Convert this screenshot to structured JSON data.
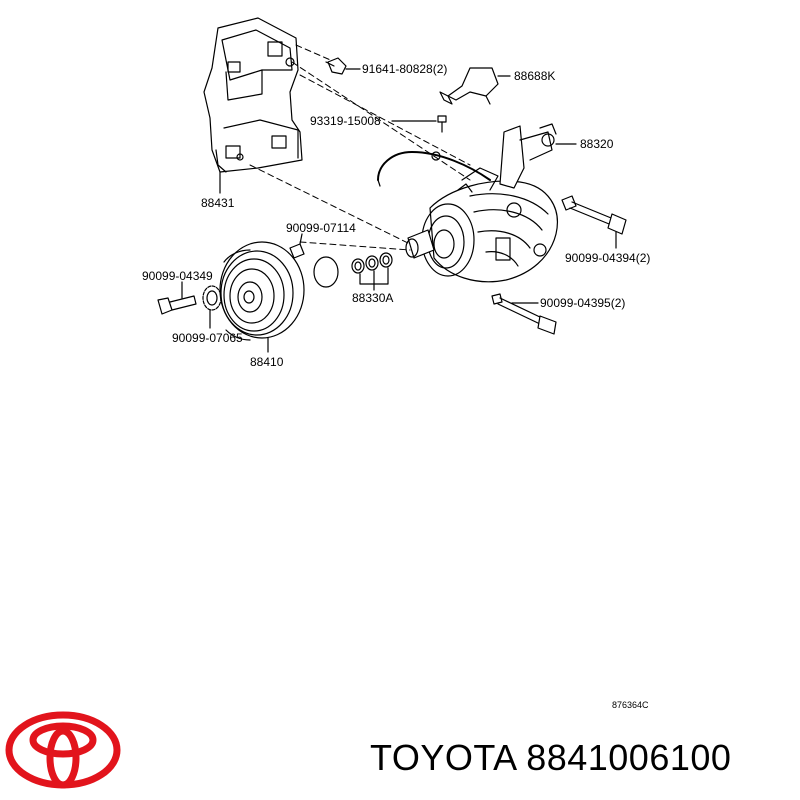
{
  "diagram": {
    "part_labels": {
      "bracket": "88431",
      "bracket_bolt": "91641-80828(2)",
      "harness_bracket": "88688K",
      "small_screw": "93319-15008",
      "compressor": "88320",
      "front_bolt": "90099-04394(2)",
      "lower_bolt": "90099-04395(2)",
      "snap_ring": "90099-07114",
      "shims": "88330A",
      "pulley_bolt": "90099-04349",
      "washer": "90099-07065",
      "clutch_pulley": "88410"
    },
    "reference_code": "876364C"
  },
  "brand": {
    "logo": "toyota-logo",
    "caption": "TOYOTA 8841006100"
  }
}
